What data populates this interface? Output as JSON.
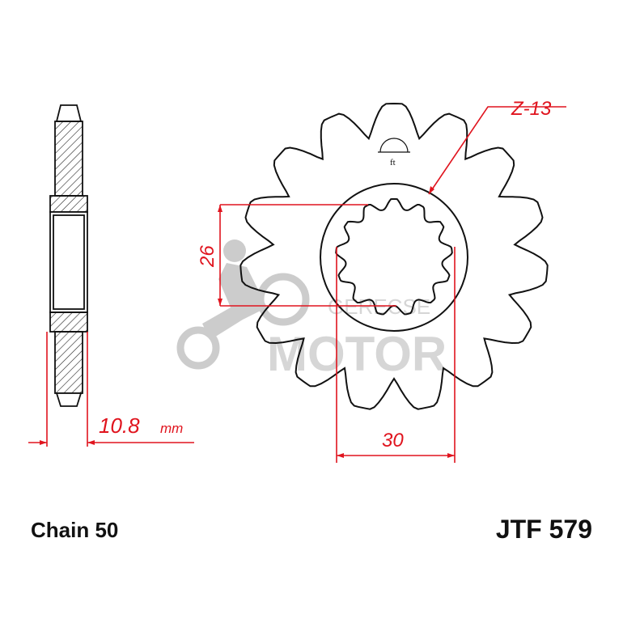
{
  "dimensions": {
    "teeth": "Z-13",
    "inner_height": "26",
    "inner_width": "30",
    "thickness": "10.8",
    "thickness_unit": "mm"
  },
  "footer": {
    "chain": "Chain 50",
    "part_number": "JTF 579"
  },
  "watermark": {
    "line1": "GERECSE",
    "line2": "MOTOR"
  },
  "colors": {
    "dimension": "#e0141e",
    "outline": "#111111",
    "watermark": "#bdbdbd"
  }
}
